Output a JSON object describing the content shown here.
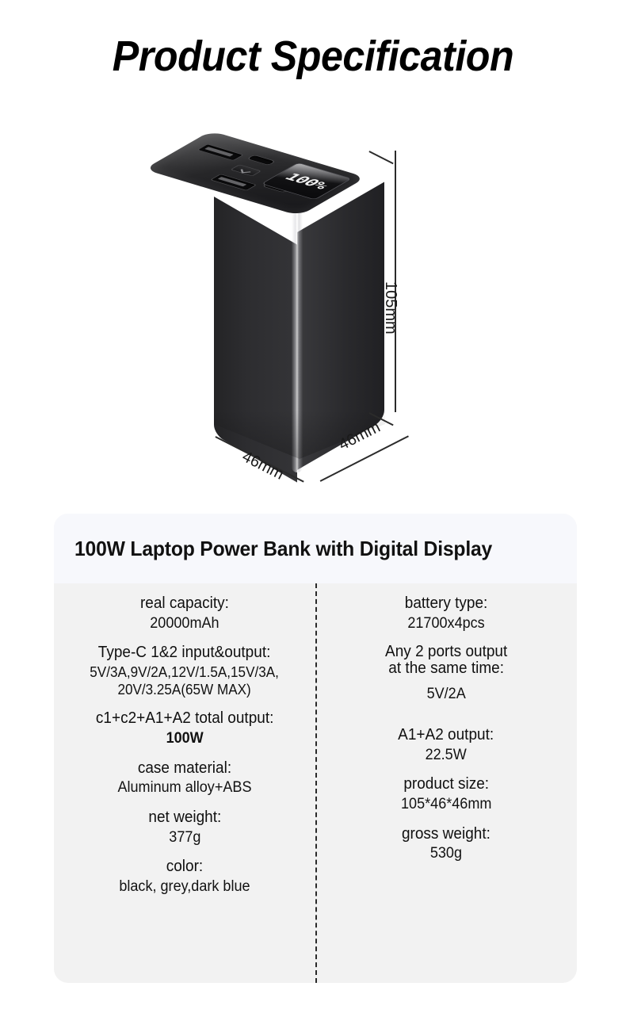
{
  "page": {
    "title": "Product Specification"
  },
  "product_image": {
    "display_reading": "100%",
    "dimensions": {
      "height_label": "105mm",
      "depth_label": "46mm",
      "width_label": "46mm"
    },
    "ports": {
      "usb_a_1": "usb-a-port",
      "usb_a_2": "usb-a-port",
      "usb_c_1": "usb-c-port",
      "usb_c_2": "usb-c-port",
      "power_button": "power-button"
    }
  },
  "spec_panel": {
    "heading": "100W Laptop Power Bank with Digital Display",
    "left_column": [
      {
        "label": "real capacity:",
        "value": "20000mAh"
      },
      {
        "label": "Type-C 1&2 input&output:",
        "value": "5V/3A,9V/2A,12V/1.5A,15V/3A,\n20V/3.25A(65W MAX)"
      },
      {
        "label": "c1+c2+A1+A2 total output:",
        "value": "100W"
      },
      {
        "label": "case material:",
        "value": "Aluminum alloy+ABS"
      },
      {
        "label": "net weight:",
        "value": "377g"
      },
      {
        "label": "color:",
        "value": "black, grey,dark blue"
      }
    ],
    "right_column": [
      {
        "label": "battery type:",
        "value": "21700x4pcs"
      },
      {
        "label": "Any 2 ports output\nat the same time:",
        "value": "5V/2A"
      },
      {
        "label": "A1+A2 output:",
        "value": "22.5W"
      },
      {
        "label": "product size:",
        "value": "105*46*46mm"
      },
      {
        "label": "gross weight:",
        "value": "530g"
      }
    ]
  },
  "colors": {
    "page_background": "#ffffff",
    "panel_background": "#f2f2f2",
    "panel_header_background": "#f7f8fc",
    "text": "#111111",
    "device_body": "#2a2a2d"
  }
}
